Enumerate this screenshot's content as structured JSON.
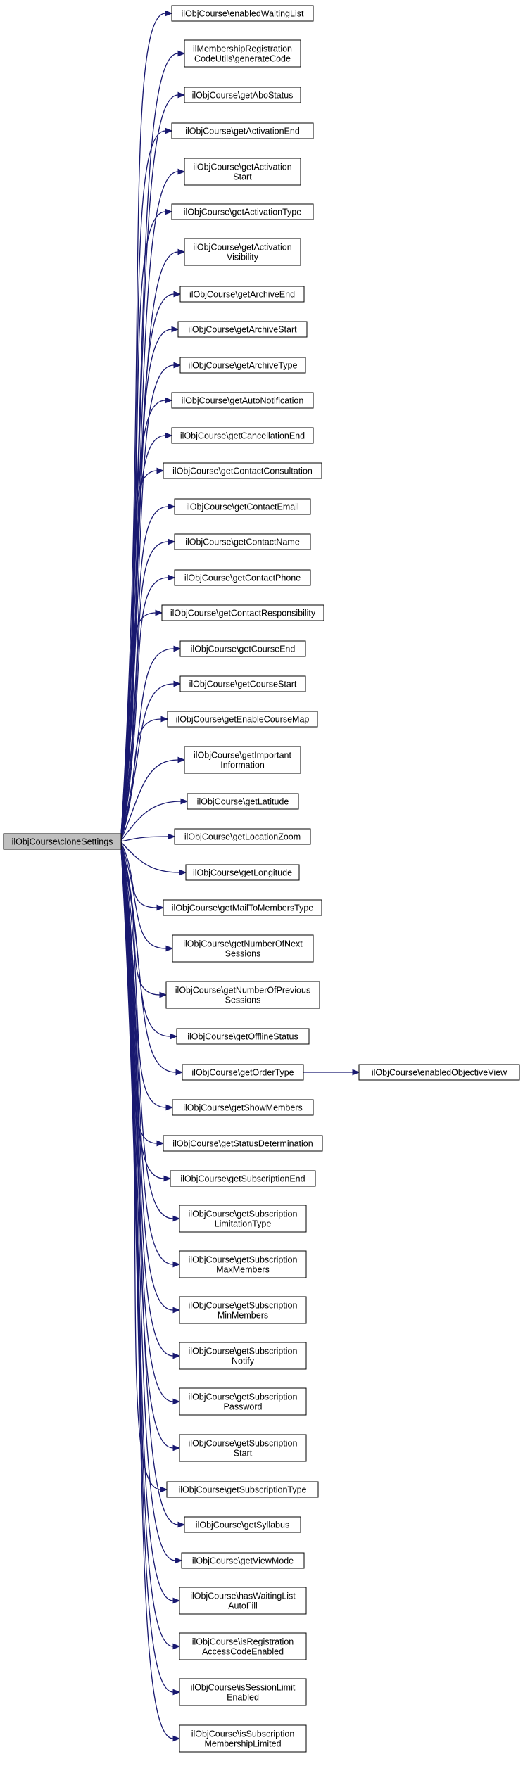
{
  "root": "ilObjCourse\\cloneSettings",
  "nodes": [
    {
      "id": "enabledWaitingList",
      "lines": [
        "ilObjCourse\\enabledWaitingList"
      ]
    },
    {
      "id": "generateCode",
      "lines": [
        "ilMembershipRegistration",
        "CodeUtils\\generateCode"
      ]
    },
    {
      "id": "getAboStatus",
      "lines": [
        "ilObjCourse\\getAboStatus"
      ]
    },
    {
      "id": "getActivationEnd",
      "lines": [
        "ilObjCourse\\getActivationEnd"
      ]
    },
    {
      "id": "getActivationStart",
      "lines": [
        "ilObjCourse\\getActivation",
        "Start"
      ]
    },
    {
      "id": "getActivationType",
      "lines": [
        "ilObjCourse\\getActivationType"
      ]
    },
    {
      "id": "getActivationVisibility",
      "lines": [
        "ilObjCourse\\getActivation",
        "Visibility"
      ]
    },
    {
      "id": "getArchiveEnd",
      "lines": [
        "ilObjCourse\\getArchiveEnd"
      ]
    },
    {
      "id": "getArchiveStart",
      "lines": [
        "ilObjCourse\\getArchiveStart"
      ]
    },
    {
      "id": "getArchiveType",
      "lines": [
        "ilObjCourse\\getArchiveType"
      ]
    },
    {
      "id": "getAutoNotification",
      "lines": [
        "ilObjCourse\\getAutoNotification"
      ]
    },
    {
      "id": "getCancellationEnd",
      "lines": [
        "ilObjCourse\\getCancellationEnd"
      ]
    },
    {
      "id": "getContactConsultation",
      "lines": [
        "ilObjCourse\\getContactConsultation"
      ]
    },
    {
      "id": "getContactEmail",
      "lines": [
        "ilObjCourse\\getContactEmail"
      ]
    },
    {
      "id": "getContactName",
      "lines": [
        "ilObjCourse\\getContactName"
      ]
    },
    {
      "id": "getContactPhone",
      "lines": [
        "ilObjCourse\\getContactPhone"
      ]
    },
    {
      "id": "getContactResponsibility",
      "lines": [
        "ilObjCourse\\getContactResponsibility"
      ]
    },
    {
      "id": "getCourseEnd",
      "lines": [
        "ilObjCourse\\getCourseEnd"
      ]
    },
    {
      "id": "getCourseStart",
      "lines": [
        "ilObjCourse\\getCourseStart"
      ]
    },
    {
      "id": "getEnableCourseMap",
      "lines": [
        "ilObjCourse\\getEnableCourseMap"
      ]
    },
    {
      "id": "getImportantInformation",
      "lines": [
        "ilObjCourse\\getImportant",
        "Information"
      ]
    },
    {
      "id": "getLatitude",
      "lines": [
        "ilObjCourse\\getLatitude"
      ]
    },
    {
      "id": "getLocationZoom",
      "lines": [
        "ilObjCourse\\getLocationZoom"
      ]
    },
    {
      "id": "getLongitude",
      "lines": [
        "ilObjCourse\\getLongitude"
      ]
    },
    {
      "id": "getMailToMembersType",
      "lines": [
        "ilObjCourse\\getMailToMembersType"
      ]
    },
    {
      "id": "getNumberOfNextSessions",
      "lines": [
        "ilObjCourse\\getNumberOfNext",
        "Sessions"
      ]
    },
    {
      "id": "getNumberOfPreviousSessions",
      "lines": [
        "ilObjCourse\\getNumberOfPrevious",
        "Sessions"
      ]
    },
    {
      "id": "getOfflineStatus",
      "lines": [
        "ilObjCourse\\getOfflineStatus"
      ]
    },
    {
      "id": "getOrderType",
      "lines": [
        "ilObjCourse\\getOrderType"
      ]
    },
    {
      "id": "enabledObjectiveView",
      "lines": [
        "ilObjCourse\\enabledObjectiveView"
      ]
    },
    {
      "id": "getShowMembers",
      "lines": [
        "ilObjCourse\\getShowMembers"
      ]
    },
    {
      "id": "getStatusDetermination",
      "lines": [
        "ilObjCourse\\getStatusDetermination"
      ]
    },
    {
      "id": "getSubscriptionEnd",
      "lines": [
        "ilObjCourse\\getSubscriptionEnd"
      ]
    },
    {
      "id": "getSubscriptionLimitationType",
      "lines": [
        "ilObjCourse\\getSubscription",
        "LimitationType"
      ]
    },
    {
      "id": "getSubscriptionMaxMembers",
      "lines": [
        "ilObjCourse\\getSubscription",
        "MaxMembers"
      ]
    },
    {
      "id": "getSubscriptionMinMembers",
      "lines": [
        "ilObjCourse\\getSubscription",
        "MinMembers"
      ]
    },
    {
      "id": "getSubscriptionNotify",
      "lines": [
        "ilObjCourse\\getSubscription",
        "Notify"
      ]
    },
    {
      "id": "getSubscriptionPassword",
      "lines": [
        "ilObjCourse\\getSubscription",
        "Password"
      ]
    },
    {
      "id": "getSubscriptionStart",
      "lines": [
        "ilObjCourse\\getSubscription",
        "Start"
      ]
    },
    {
      "id": "getSubscriptionType",
      "lines": [
        "ilObjCourse\\getSubscriptionType"
      ]
    },
    {
      "id": "getSyllabus",
      "lines": [
        "ilObjCourse\\getSyllabus"
      ]
    },
    {
      "id": "getViewMode",
      "lines": [
        "ilObjCourse\\getViewMode"
      ]
    },
    {
      "id": "hasWaitingListAutoFill",
      "lines": [
        "ilObjCourse\\hasWaitingList",
        "AutoFill"
      ]
    },
    {
      "id": "isRegistrationAccessCodeEnabled",
      "lines": [
        "ilObjCourse\\isRegistration",
        "AccessCodeEnabled"
      ]
    },
    {
      "id": "isSessionLimitEnabled",
      "lines": [
        "ilObjCourse\\isSessionLimit",
        "Enabled"
      ]
    },
    {
      "id": "isSubscriptionMembershipLimited",
      "lines": [
        "ilObjCourse\\isSubscription",
        "MembershipLimited"
      ]
    }
  ],
  "edges": [
    [
      "root",
      "enabledWaitingList"
    ],
    [
      "root",
      "generateCode"
    ],
    [
      "root",
      "getAboStatus"
    ],
    [
      "root",
      "getActivationEnd"
    ],
    [
      "root",
      "getActivationStart"
    ],
    [
      "root",
      "getActivationType"
    ],
    [
      "root",
      "getActivationVisibility"
    ],
    [
      "root",
      "getArchiveEnd"
    ],
    [
      "root",
      "getArchiveStart"
    ],
    [
      "root",
      "getArchiveType"
    ],
    [
      "root",
      "getAutoNotification"
    ],
    [
      "root",
      "getCancellationEnd"
    ],
    [
      "root",
      "getContactConsultation"
    ],
    [
      "root",
      "getContactEmail"
    ],
    [
      "root",
      "getContactName"
    ],
    [
      "root",
      "getContactPhone"
    ],
    [
      "root",
      "getContactResponsibility"
    ],
    [
      "root",
      "getCourseEnd"
    ],
    [
      "root",
      "getCourseStart"
    ],
    [
      "root",
      "getEnableCourseMap"
    ],
    [
      "root",
      "getImportantInformation"
    ],
    [
      "root",
      "getLatitude"
    ],
    [
      "root",
      "getLocationZoom"
    ],
    [
      "root",
      "getLongitude"
    ],
    [
      "root",
      "getMailToMembersType"
    ],
    [
      "root",
      "getNumberOfNextSessions"
    ],
    [
      "root",
      "getNumberOfPreviousSessions"
    ],
    [
      "root",
      "getOfflineStatus"
    ],
    [
      "root",
      "getOrderType"
    ],
    [
      "getOrderType",
      "enabledObjectiveView"
    ],
    [
      "root",
      "getShowMembers"
    ],
    [
      "root",
      "getStatusDetermination"
    ],
    [
      "root",
      "getSubscriptionEnd"
    ],
    [
      "root",
      "getSubscriptionLimitationType"
    ],
    [
      "root",
      "getSubscriptionMaxMembers"
    ],
    [
      "root",
      "getSubscriptionMinMembers"
    ],
    [
      "root",
      "getSubscriptionNotify"
    ],
    [
      "root",
      "getSubscriptionPassword"
    ],
    [
      "root",
      "getSubscriptionStart"
    ],
    [
      "root",
      "getSubscriptionType"
    ],
    [
      "root",
      "getSyllabus"
    ],
    [
      "root",
      "getViewMode"
    ],
    [
      "root",
      "hasWaitingListAutoFill"
    ],
    [
      "root",
      "isRegistrationAccessCodeEnabled"
    ],
    [
      "root",
      "isSessionLimitEnabled"
    ],
    [
      "root",
      "isSubscriptionMembershipLimited"
    ]
  ]
}
